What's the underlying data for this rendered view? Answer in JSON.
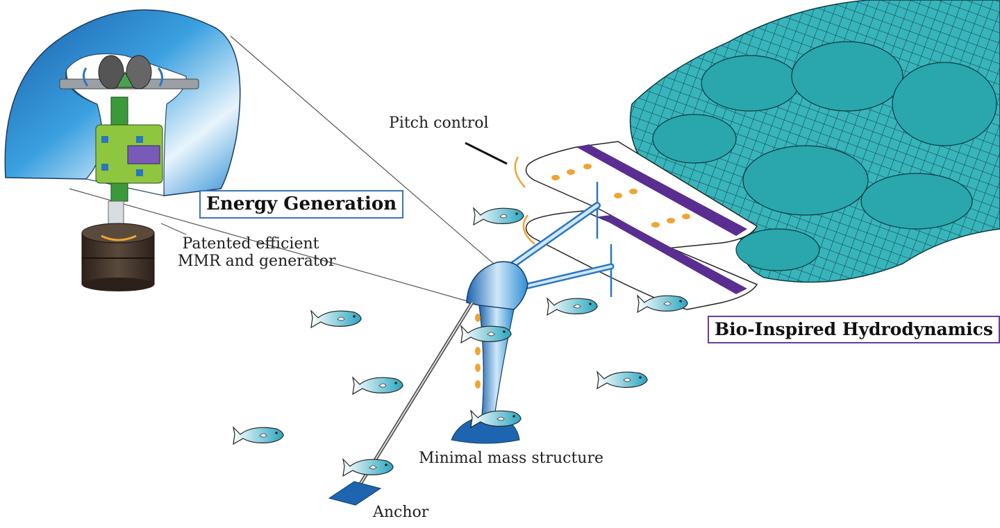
{
  "labels": {
    "energy_generation": "Energy Generation",
    "bio_inspired": "Bio-Inspired Hydrodynamics",
    "pitch_control": "Pitch control",
    "patented_line1": "Patented efficient",
    "patented_line2": "MMR and generator",
    "minimal_mass": "Minimal mass structure",
    "anchor": "Anchor"
  },
  "colors": {
    "water_blue": "#2f8fd6",
    "wake_teal": "#2aa6ad",
    "wing_stripe": "#5a2d91",
    "energy_border": "#3a74b4",
    "bio_border": "#6a3aa0",
    "arrow_orange": "#f0a531",
    "arrow_blue": "#2a76c0",
    "gear_green": "#8fc63f",
    "generator_dark": "#3a2c22"
  },
  "icons": [
    "fish-icon",
    "gear-icon",
    "rotation-arrow-icon",
    "heave-arrow-icon"
  ]
}
